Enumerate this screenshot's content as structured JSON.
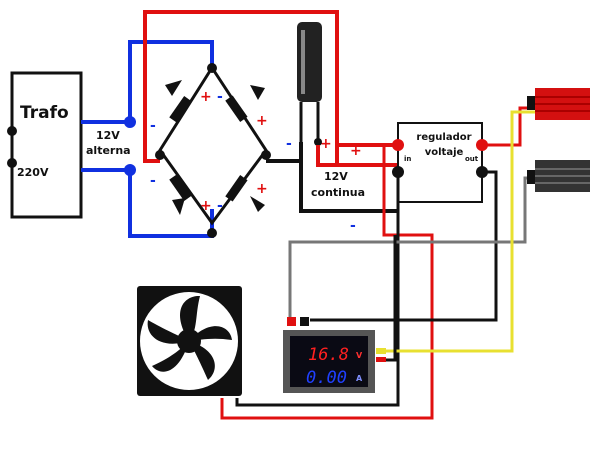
{
  "transformer": {
    "title": "Trafo",
    "input": "220V"
  },
  "ac_label": {
    "line1": "12V",
    "line2": "alterna"
  },
  "dc_label": {
    "line1": "12V",
    "line2": "continua"
  },
  "regulator": {
    "line1": "regulador",
    "line2": "voltaje",
    "in": "in",
    "out": "out"
  },
  "meter": {
    "voltage": "16.8",
    "voltage_unit": "V",
    "current": "0.00",
    "current_unit": "A"
  },
  "polarity": {
    "plus": "+",
    "minus": "-"
  },
  "colors": {
    "red": "#e01010",
    "blue": "#1030e0",
    "black": "#111111",
    "yellow": "#e8e030",
    "gray": "#777777"
  }
}
